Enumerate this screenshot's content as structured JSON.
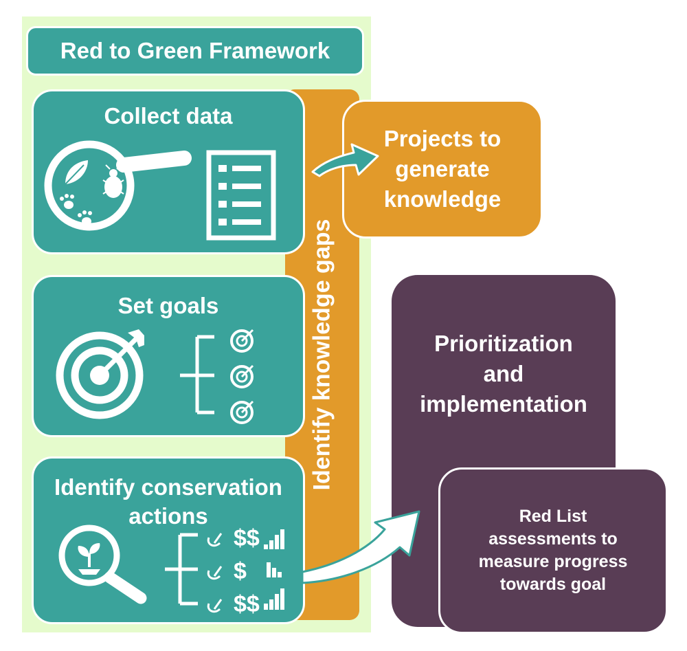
{
  "title": "Red to Green Framework",
  "side_label": "Identify knowledge gaps",
  "steps": [
    {
      "label": "Collect data"
    },
    {
      "label": "Set goals"
    },
    {
      "label_line1": "Identify conservation",
      "label_line2": "actions"
    }
  ],
  "projects": {
    "line1": "Projects to",
    "line2": "generate",
    "line3": "knowledge"
  },
  "prioritization": {
    "line1": "Prioritization",
    "line2": "and",
    "line3": "implementation"
  },
  "red_list": {
    "line1": "Red List",
    "line2": "assessments to",
    "line3": "measure progress",
    "line4": "towards goal"
  },
  "action_costs": [
    "$$",
    "$",
    "$$"
  ],
  "colors": {
    "teal": "#3aa39b",
    "orange": "#e29a2a",
    "purple": "#593d55",
    "panel": "#e5fbcc"
  }
}
